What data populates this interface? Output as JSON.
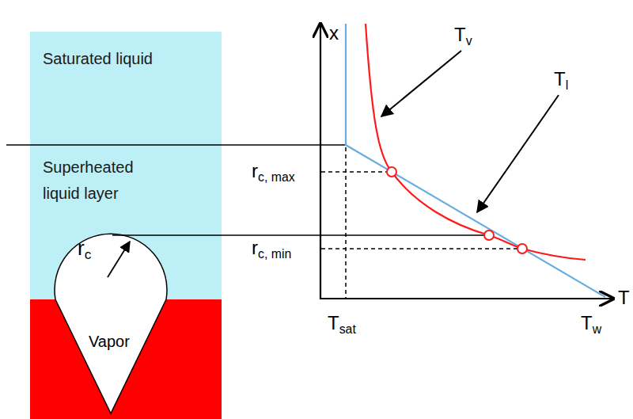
{
  "diagram": {
    "nodes": [
      {
        "text": [
          "Saturated liquid"
        ]
      },
      {
        "text": [
          "Superheated liquid layer"
        ]
      }
    ],
    "labels": [
      "rc",
      "Vapor",
      "x",
      "T",
      "Tv",
      "Tl",
      "rc, max",
      "rc, min",
      "Tsat",
      "Tw"
    ]
  }
}
